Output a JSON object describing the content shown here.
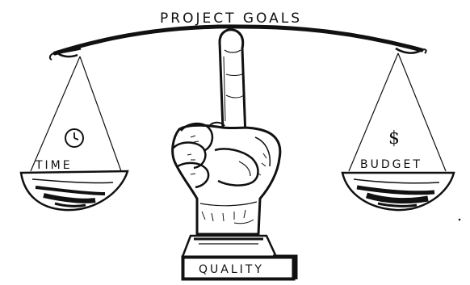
{
  "illustration": {
    "title": "PROJECT GOALS",
    "left_pan_label": "TIME",
    "right_pan_label": "BUDGET",
    "base_label": "QUALITY",
    "right_pan_symbol": "$",
    "left_pan_icon": "clock-icon",
    "ink_color": "#111111",
    "paper_color": "#ffffff"
  }
}
